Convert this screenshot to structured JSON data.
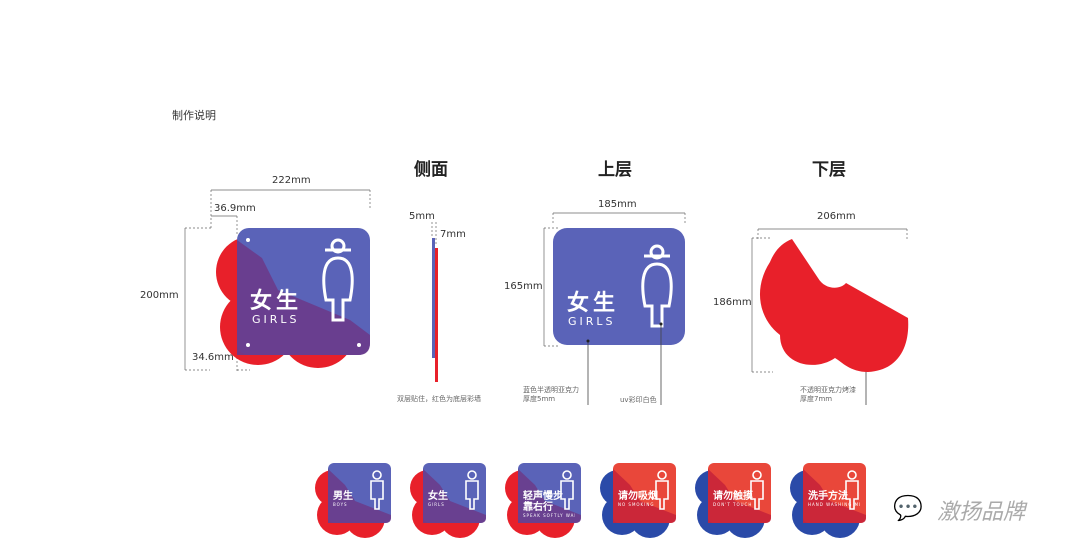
{
  "title": "制作说明",
  "sections": {
    "side": "侧面",
    "upper": "上层",
    "lower": "下层"
  },
  "main_sign": {
    "cn": "女生",
    "en": "GIRLS",
    "dims": {
      "width": "222mm",
      "offset_top": "36.9mm",
      "height": "200mm",
      "offset_bottom": "34.6mm"
    }
  },
  "side_view": {
    "dim_a": "5mm",
    "dim_b": "7mm",
    "note": "双层贴住，红色为底层彩墙"
  },
  "upper_layer": {
    "cn": "女生",
    "en": "GIRLS",
    "width": "185mm",
    "height": "165mm",
    "note_material": [
      "蓝色半透明亚克力",
      "厚度5mm"
    ],
    "note_print": "uv彩印白色"
  },
  "lower_layer": {
    "width": "206mm",
    "height": "186mm",
    "note": [
      "不透明亚克力烤漆",
      "厚度7mm"
    ]
  },
  "variants": [
    {
      "cn": "男生",
      "en": "BOYS",
      "theme": "blue"
    },
    {
      "cn": "女生",
      "en": "GIRLS",
      "theme": "blue"
    },
    {
      "cn": "轻声慢步 靠右行",
      "en": "SPEAK SOFTLY WALK SLOWLY ON THE RIGHT",
      "theme": "blue"
    },
    {
      "cn": "请勿吸烟",
      "en": "NO SMOKING",
      "theme": "red"
    },
    {
      "cn": "请勿触摸",
      "en": "DON'T TOUCH",
      "theme": "red"
    },
    {
      "cn": "洗手方法",
      "en": "HAND WASHING METHOD",
      "theme": "red"
    }
  ],
  "watermark": "激扬品牌",
  "colors": {
    "blue": "#5a63b8",
    "red": "#e8202a",
    "purple": "#6a3c8c",
    "orange_red": "#e9473a",
    "deep_blue": "#2a4aa8"
  }
}
